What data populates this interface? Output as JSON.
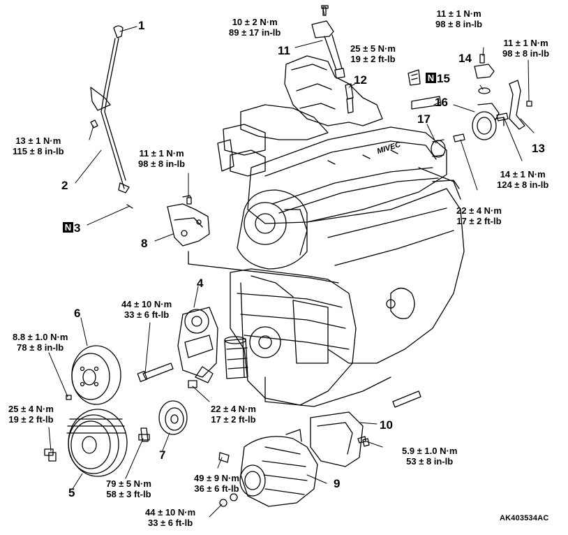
{
  "document_code": "AK403534AC",
  "engine_badge": "MIVEC",
  "callouts": {
    "c1": "1",
    "c2": "2",
    "c3": "3",
    "c4": "4",
    "c5": "5",
    "c6": "6",
    "c7": "7",
    "c8": "8",
    "c9": "9",
    "c10": "10",
    "c11": "11",
    "c12": "12",
    "c13": "13",
    "c14": "14",
    "c15": "15",
    "c16": "16",
    "c17": "17"
  },
  "new_part_mark": "N",
  "torques": [
    {
      "line1": "10 ± 2 N·m",
      "line2": "89 ± 17 in-lb"
    },
    {
      "line1": "25 ± 5 N·m",
      "line2": "19 ± 2 ft-lb"
    },
    {
      "line1": "11 ± 1 N·m",
      "line2": "98 ± 8 in-lb"
    },
    {
      "line1": "11 ± 1 N·m",
      "line2": "98 ± 8 in-lb"
    },
    {
      "line1": "13 ± 1 N·m",
      "line2": "115 ± 8 in-lb"
    },
    {
      "line1": "11 ± 1 N·m",
      "line2": "98 ± 8 in-lb"
    },
    {
      "line1": "14 ± 1 N·m",
      "line2": "124 ± 8 in-lb"
    },
    {
      "line1": "22 ± 4 N·m",
      "line2": "17 ± 2 ft-lb"
    },
    {
      "line1": "44 ± 10 N·m",
      "line2": "33 ± 6 ft-lb"
    },
    {
      "line1": "8.8 ± 1.0 N·m",
      "line2": "78 ± 8 in-lb"
    },
    {
      "line1": "22 ± 4 N·m",
      "line2": "17 ± 2 ft-lb"
    },
    {
      "line1": "25 ± 4 N·m",
      "line2": "19 ± 2 ft-lb"
    },
    {
      "line1": "5.9 ± 1.0 N·m",
      "line2": "53 ± 8 in-lb"
    },
    {
      "line1": "49 ± 9 N·m",
      "line2": "36 ± 6 ft-lb"
    },
    {
      "line1": "79 ± 5 N·m",
      "line2": "58 ± 3 ft-lb"
    },
    {
      "line1": "44 ± 10 N·m",
      "line2": "33 ± 6 ft-lb"
    }
  ]
}
